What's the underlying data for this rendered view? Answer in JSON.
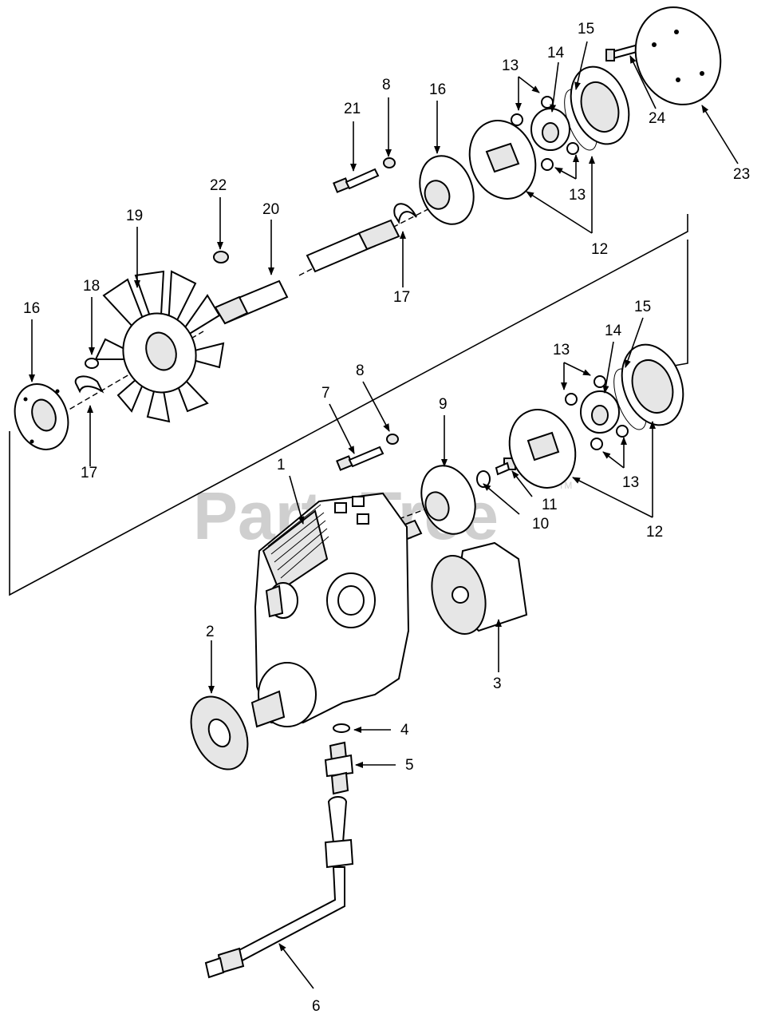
{
  "watermark": {
    "text": "PartsTree",
    "trademark": "TM"
  },
  "callouts": [
    "1",
    "2",
    "3",
    "4",
    "5",
    "6",
    "7",
    "8",
    "8",
    "9",
    "10",
    "11",
    "12",
    "12",
    "13",
    "13",
    "13",
    "13",
    "14",
    "14",
    "15",
    "15",
    "16",
    "16",
    "17",
    "17",
    "18",
    "19",
    "20",
    "21",
    "22",
    "23",
    "24"
  ]
}
